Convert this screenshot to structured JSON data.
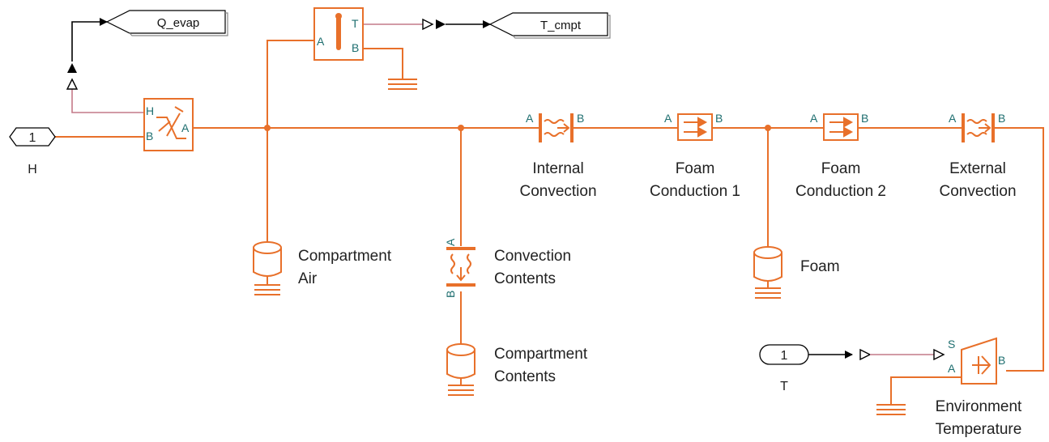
{
  "diagram": {
    "colors": {
      "conserving": "#e8702a",
      "signal": "#c47a88",
      "port_label": "#1f6f70",
      "text": "#222222"
    },
    "inports": [
      {
        "id": "H_in",
        "number": "1",
        "name": "H"
      },
      {
        "id": "T_in",
        "number": "1",
        "name": "T"
      }
    ],
    "goto_tags": [
      {
        "id": "q_evap",
        "text": "Q_evap"
      },
      {
        "id": "t_cmpt",
        "text": "T_cmpt"
      }
    ],
    "blocks": [
      {
        "id": "heat_flow_source",
        "label": "",
        "icon": "controlled-heat-flow-source-icon",
        "ports": [
          "H",
          "B",
          "A"
        ]
      },
      {
        "id": "temp_sensor",
        "label": "",
        "icon": "temperature-sensor-icon",
        "ports": [
          "A",
          "T",
          "B"
        ]
      },
      {
        "id": "internal_conv",
        "label": [
          "Internal",
          "Convection"
        ],
        "icon": "convection-icon",
        "ports": [
          "A",
          "B"
        ]
      },
      {
        "id": "foam_cond_1",
        "label": [
          "Foam",
          "Conduction 1"
        ],
        "icon": "conduction-icon",
        "ports": [
          "A",
          "B"
        ]
      },
      {
        "id": "foam_cond_2",
        "label": [
          "Foam",
          "Conduction 2"
        ],
        "icon": "conduction-icon",
        "ports": [
          "A",
          "B"
        ]
      },
      {
        "id": "external_conv",
        "label": [
          "External",
          "Convection"
        ],
        "icon": "convection-icon",
        "ports": [
          "A",
          "B"
        ]
      },
      {
        "id": "compartment_air",
        "label": [
          "Compartment",
          "Air"
        ],
        "icon": "thermal-mass-icon",
        "ports": []
      },
      {
        "id": "convection_contents",
        "label": [
          "Convection",
          "Contents"
        ],
        "icon": "convection-icon",
        "ports": [
          "A",
          "B"
        ]
      },
      {
        "id": "compartment_contents",
        "label": [
          "Compartment",
          "Contents"
        ],
        "icon": "thermal-mass-icon",
        "ports": []
      },
      {
        "id": "foam",
        "label": [
          "Foam"
        ],
        "icon": "thermal-mass-icon",
        "ports": []
      },
      {
        "id": "env_temp",
        "label": [
          "Environment",
          "Temperature"
        ],
        "icon": "controlled-temperature-source-icon",
        "ports": [
          "S",
          "A",
          "B"
        ]
      }
    ]
  }
}
